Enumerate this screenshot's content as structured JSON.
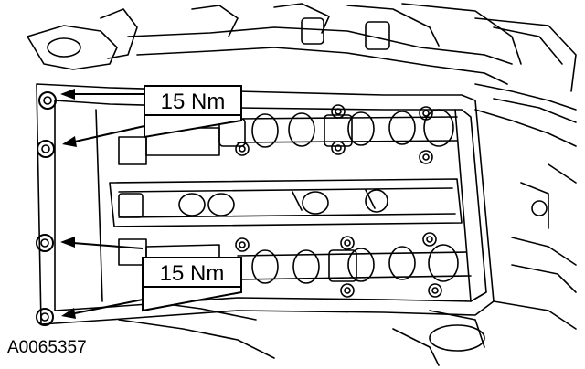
{
  "callouts": {
    "upper": {
      "torque": "15 Nm"
    },
    "lower": {
      "torque": "15 Nm"
    }
  },
  "figure_id": "A0065357"
}
